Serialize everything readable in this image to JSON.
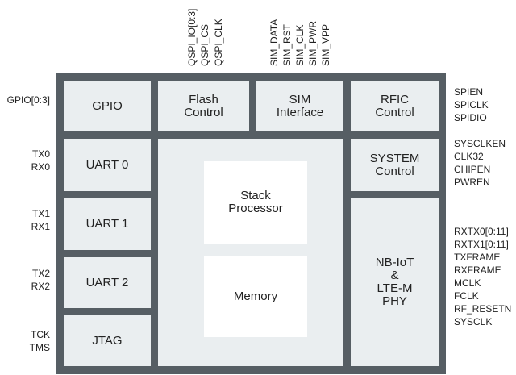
{
  "blocks": {
    "gpio": "GPIO",
    "flash": [
      "Flash",
      "Control"
    ],
    "sim": [
      "SIM",
      "Interface"
    ],
    "rfic": [
      "RFIC",
      "Control"
    ],
    "uart0": "UART 0",
    "uart1": "UART 1",
    "uart2": "UART 2",
    "jtag": "JTAG",
    "system": [
      "SYSTEM",
      "Control"
    ],
    "phy": [
      "NB-IoT",
      "&",
      "LTE-M",
      "PHY"
    ],
    "stack": [
      "Stack",
      "Processor"
    ],
    "memory": "Memory"
  },
  "signals_left": {
    "gpio": [
      "GPIO[0:3]"
    ],
    "uart0": [
      "TX0",
      "RX0"
    ],
    "uart1": [
      "TX1",
      "RX1"
    ],
    "uart2": [
      "TX2",
      "RX2"
    ],
    "jtag": [
      "TCK",
      "TMS"
    ]
  },
  "signals_right": {
    "rfic": [
      "SPIEN",
      "SPICLK",
      "SPIDIO"
    ],
    "system": [
      "SYSCLKEN",
      "CLK32",
      "CHIPEN",
      "PWREN"
    ],
    "phy": [
      "RXTX0[0:11]",
      "RXTX1[0:11]",
      "TXFRAME",
      "RXFRAME",
      "MCLK",
      "FCLK",
      "RF_RESETN",
      "SYSCLK"
    ]
  },
  "signals_top": {
    "flash": [
      "QSPI_IO[0:3]",
      "QSPI_CS",
      "QSPI_CLK"
    ],
    "sim": [
      "SIM_DATA",
      "SIM_RST",
      "SIM_CLK",
      "SIM_PWR",
      "SIM_VPP"
    ]
  }
}
